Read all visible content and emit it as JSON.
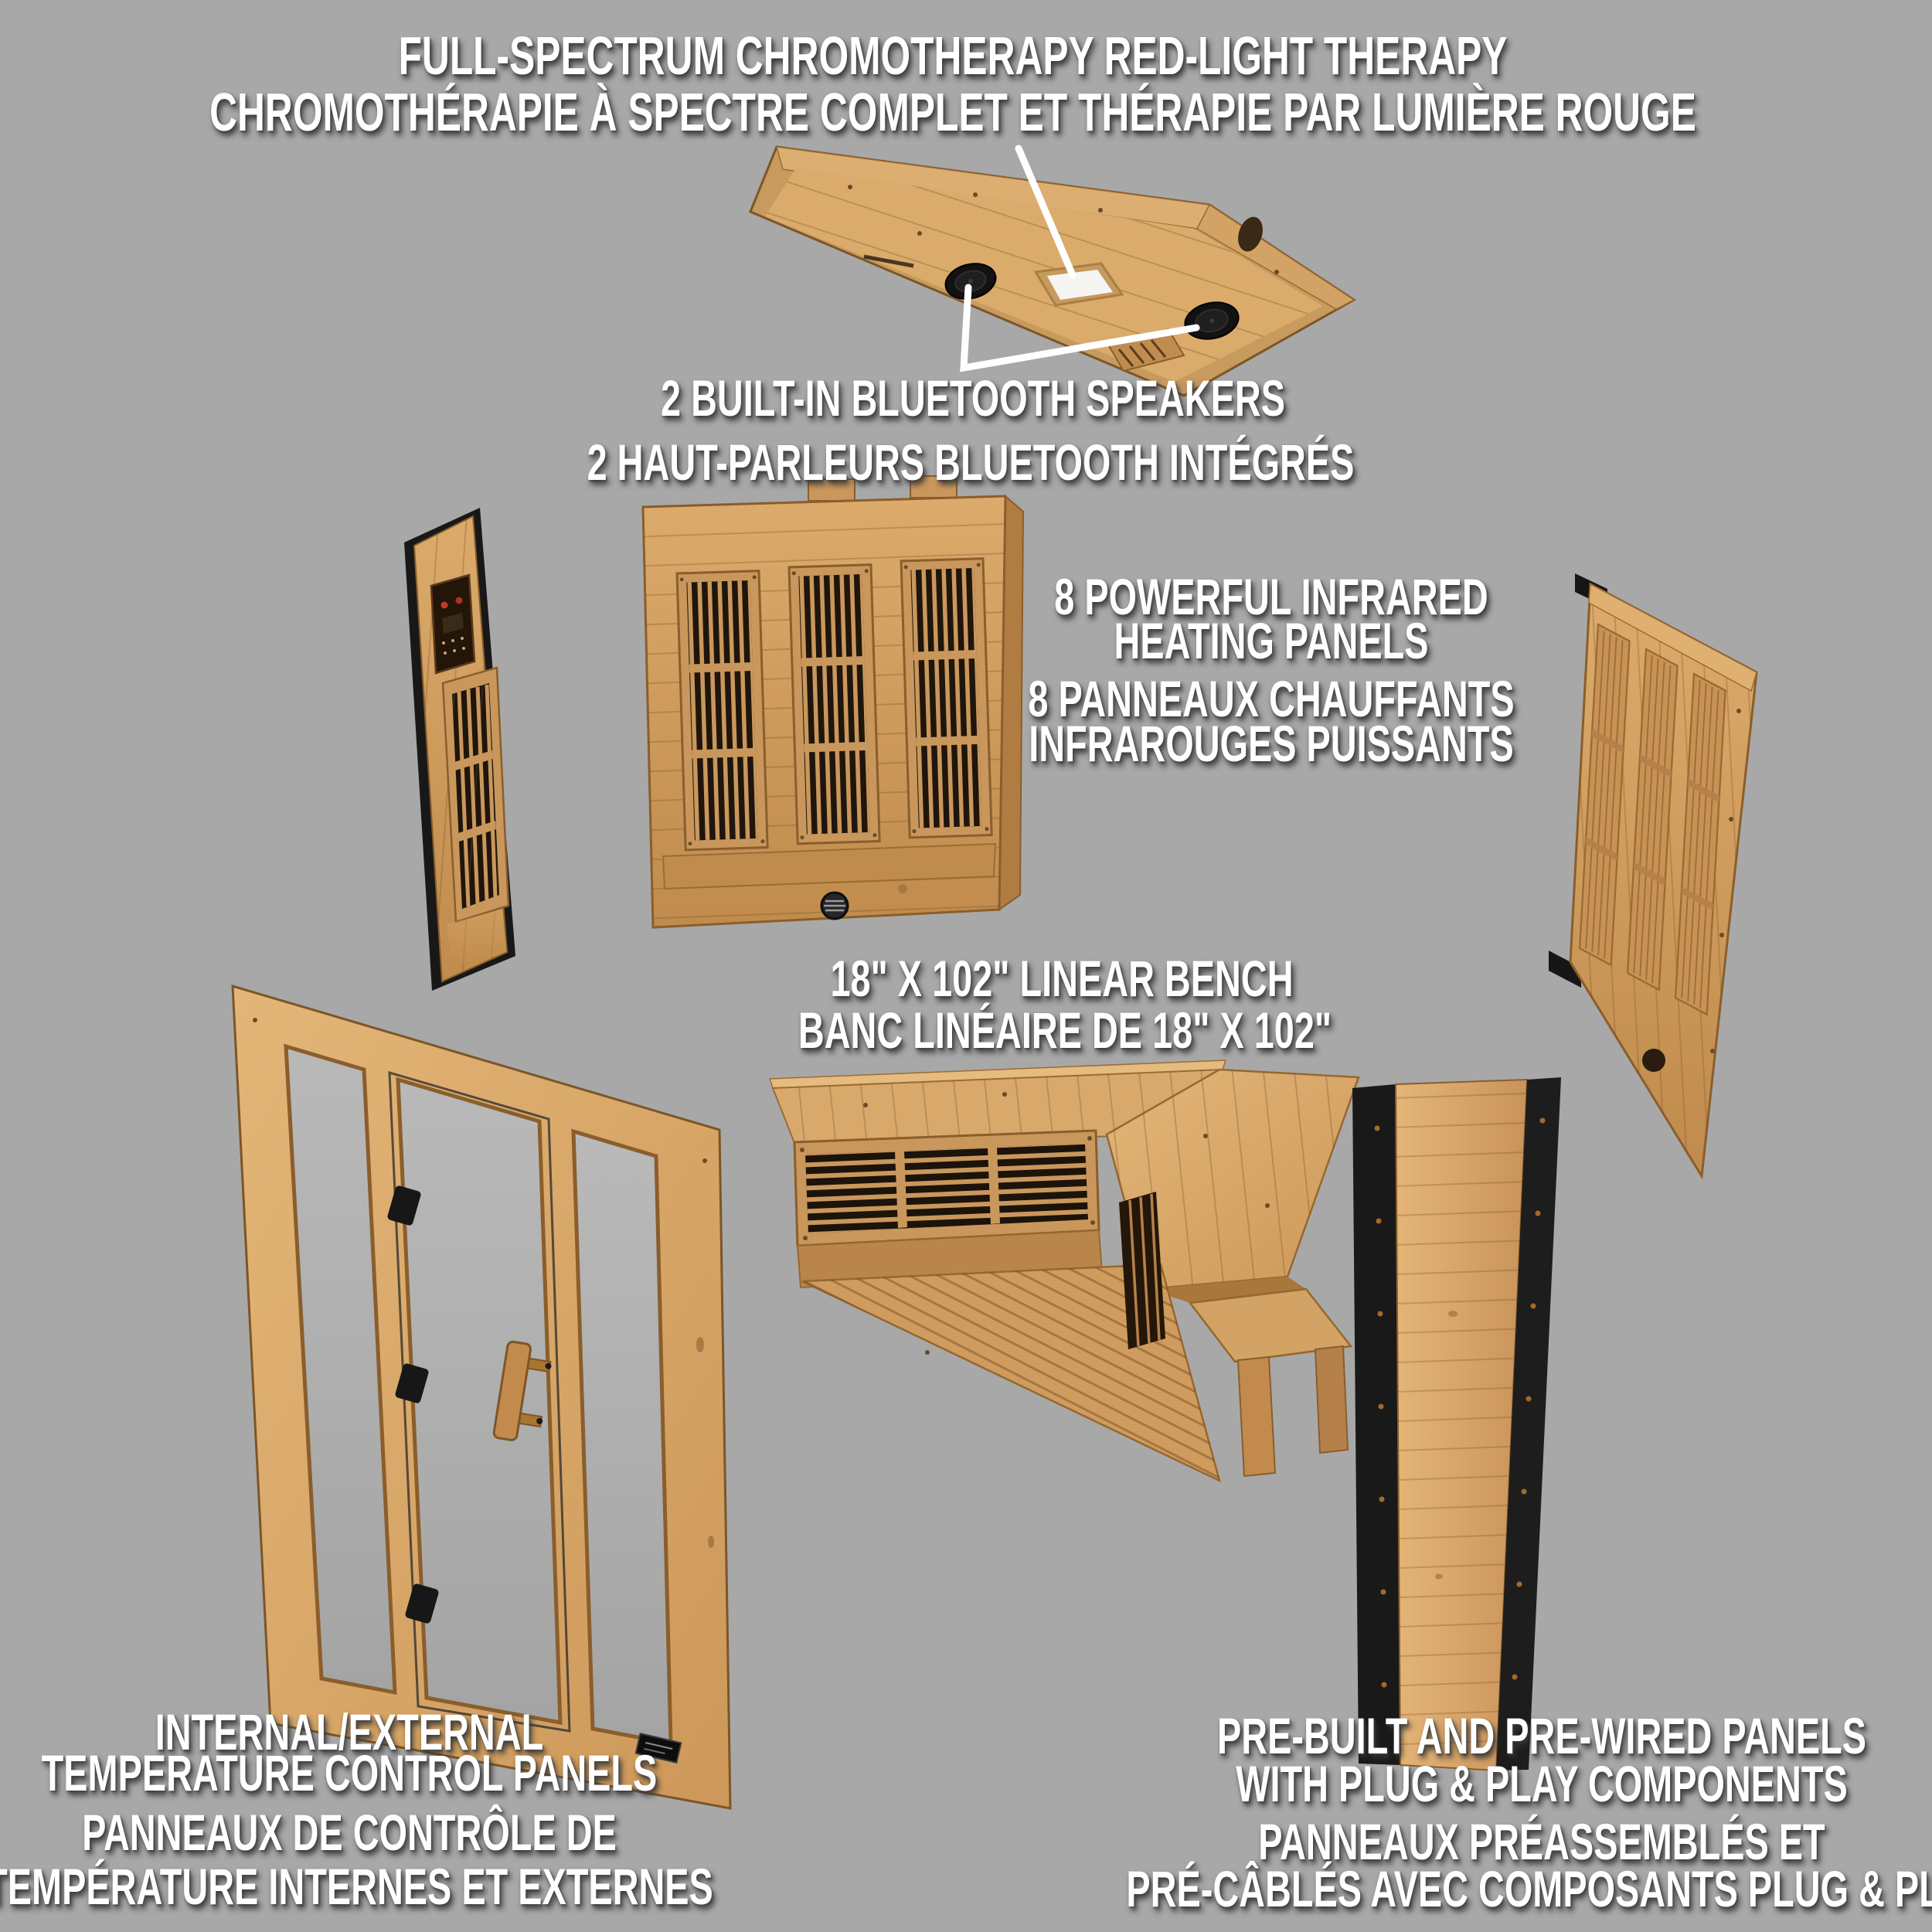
{
  "labels": {
    "chromo_en": "FULL-SPECTRUM CHROMOTHERAPY RED-LIGHT THERAPY",
    "chromo_fr": "CHROMOTHÉRAPIE À SPECTRE COMPLET ET THÉRAPIE PAR LUMIÈRE ROUGE",
    "speakers_en": "2 BUILT-IN BLUETOOTH SPEAKERS",
    "speakers_fr": "2 HAUT-PARLEURS BLUETOOTH INTÉGRÉS",
    "heat_en1": "8 POWERFUL INFRARED",
    "heat_en2": "HEATING PANELS",
    "heat_fr1": "8 PANNEAUX CHAUFFANTS",
    "heat_fr2": "INFRAROUGES PUISSANTS",
    "bench_en": "18\" X 102\" LINEAR BENCH",
    "bench_fr": "BANC LINÉAIRE DE 18\" X 102\"",
    "temp_en1": "INTERNAL/EXTERNAL",
    "temp_en2": "TEMPERATURE CONTROL PANELS",
    "temp_fr1": "PANNEAUX DE CONTRÔLE DE",
    "temp_fr2": "TEMPÉRATURE INTERNES ET EXTERNES",
    "pre_en1": "PRE-BUILT AND PRE-WIRED PANELS",
    "pre_en2": "WITH PLUG & PLAY COMPONENTS",
    "pre_fr1": "PANNEAUX PRÉASSEMBLÉS ET",
    "pre_fr2": "PRÉ-CÂBLÉS AVEC COMPOSANTS PLUG & PLAY"
  },
  "colors": {
    "background": "#a8a8a8",
    "wood_light": "#e2b377",
    "wood_mid": "#cf9c5e",
    "wood_dark": "#b5804a",
    "hardware_black": "#1a1a1a",
    "glass_gray": "#b0b0b0",
    "text": "#ffffff",
    "leader_line": "#ffffff"
  }
}
